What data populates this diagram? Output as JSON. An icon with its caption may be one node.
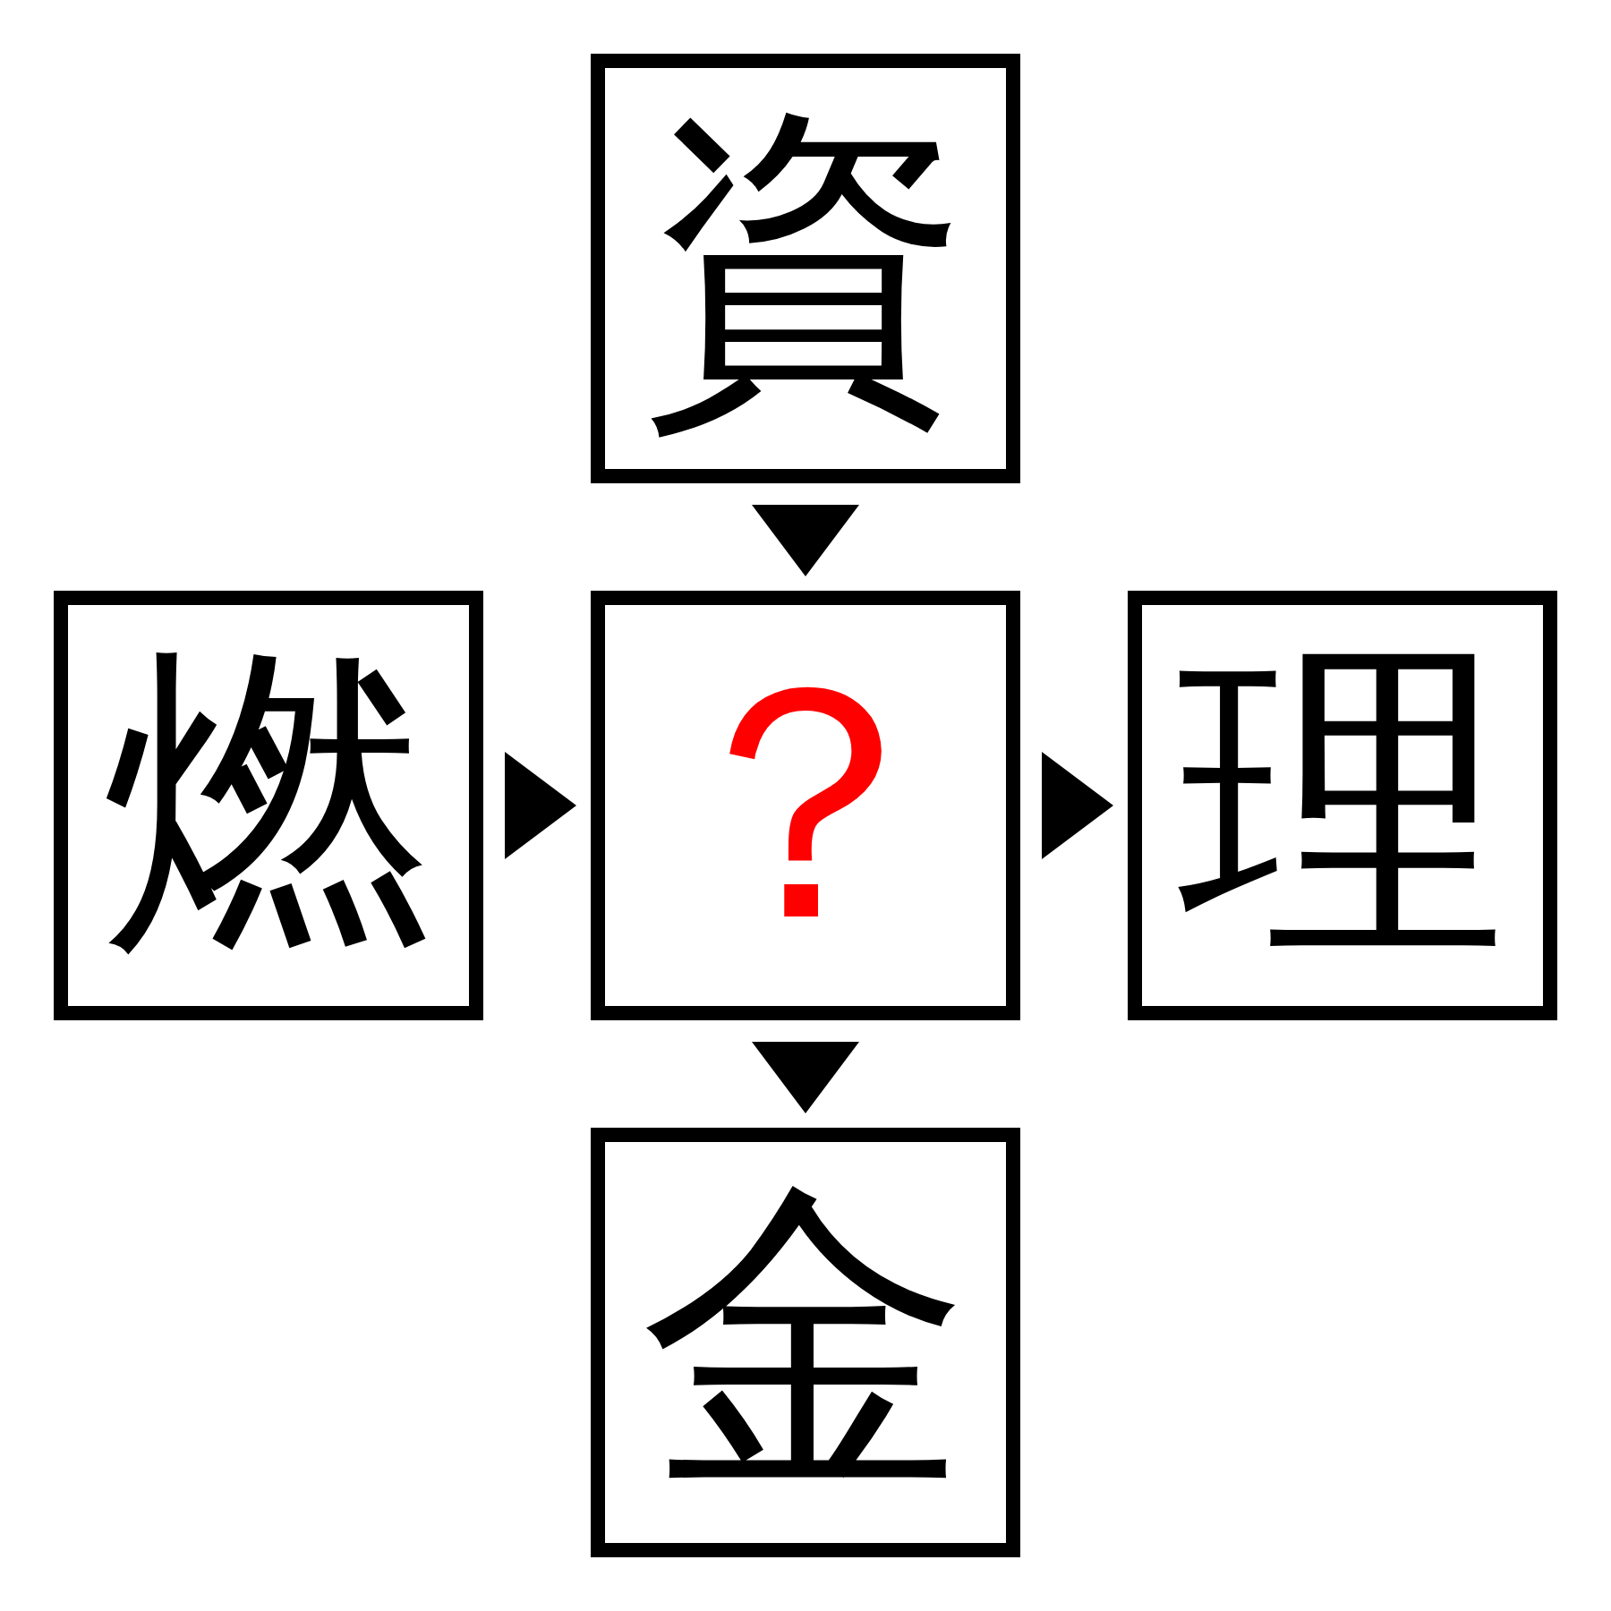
{
  "diagram": {
    "nodes": [
      {
        "text": [
          "資"
        ]
      },
      {
        "text": [
          "燃"
        ]
      },
      {
        "text": [
          "？"
        ]
      },
      {
        "text": [
          "理"
        ]
      },
      {
        "text": [
          "金"
        ]
      }
    ],
    "edges": [
      {
        "from": 0,
        "to": 2,
        "arrow": "to"
      },
      {
        "from": 1,
        "to": 2,
        "arrow": "to"
      },
      {
        "from": 2,
        "to": 3,
        "arrow": "to"
      },
      {
        "from": 2,
        "to": 4,
        "arrow": "to"
      }
    ]
  }
}
